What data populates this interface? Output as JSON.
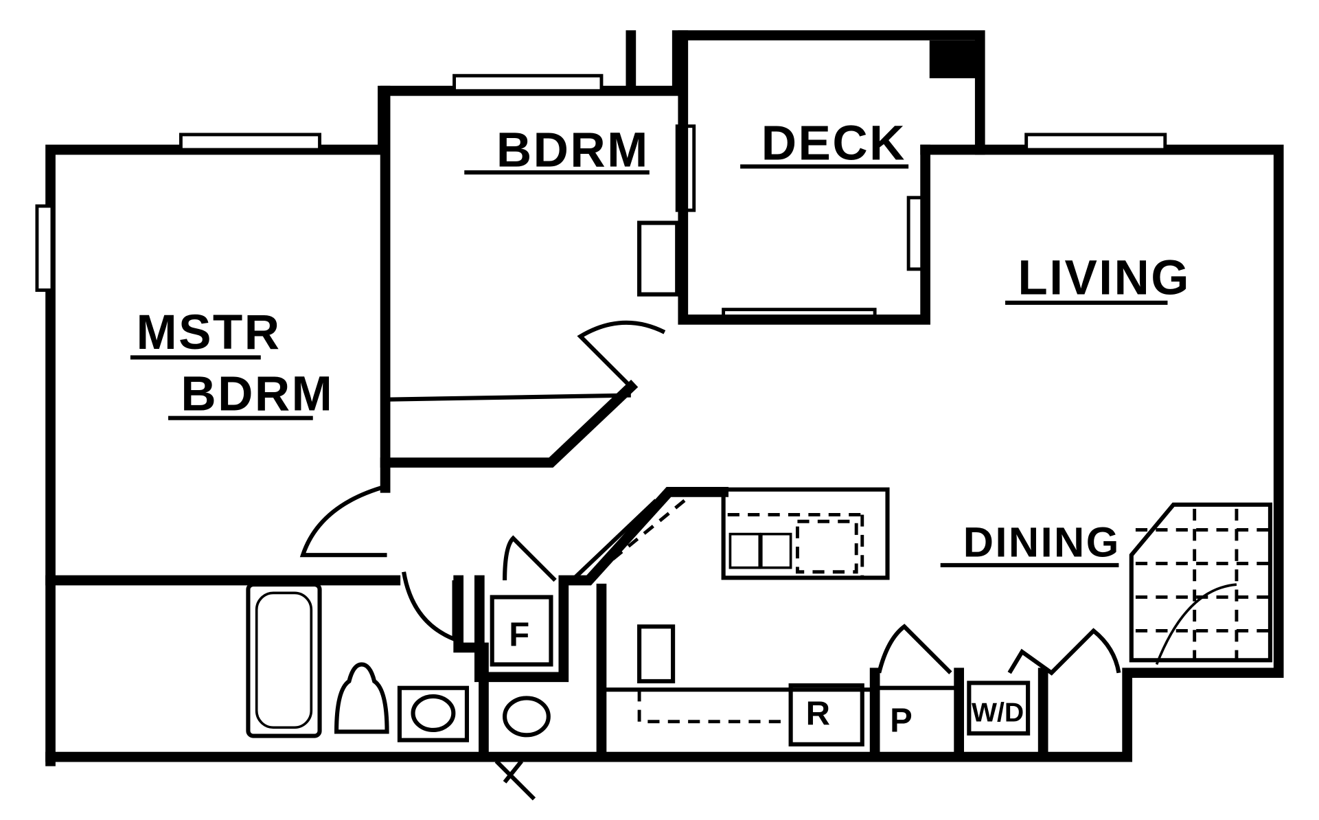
{
  "rooms": {
    "master_line1": "MSTR",
    "master_line2": "BDRM",
    "bedroom": "BDRM",
    "deck": "DECK",
    "living": "LIVING",
    "dining": "DINING"
  },
  "fixtures": {
    "furnace": "F",
    "refrigerator": "R",
    "pantry": "P",
    "washer_dryer": "W/D"
  }
}
